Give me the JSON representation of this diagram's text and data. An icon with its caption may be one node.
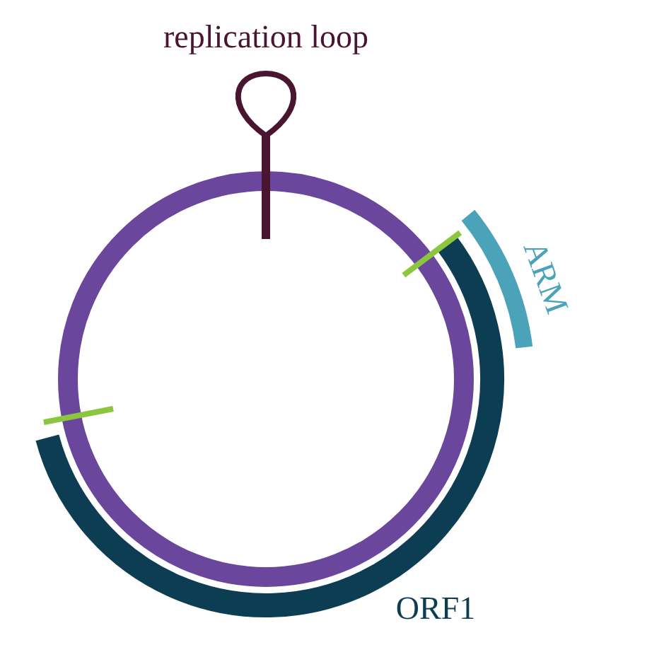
{
  "diagram": {
    "labels": [
      "replication loop",
      "ARM",
      "ORF1"
    ]
  }
}
